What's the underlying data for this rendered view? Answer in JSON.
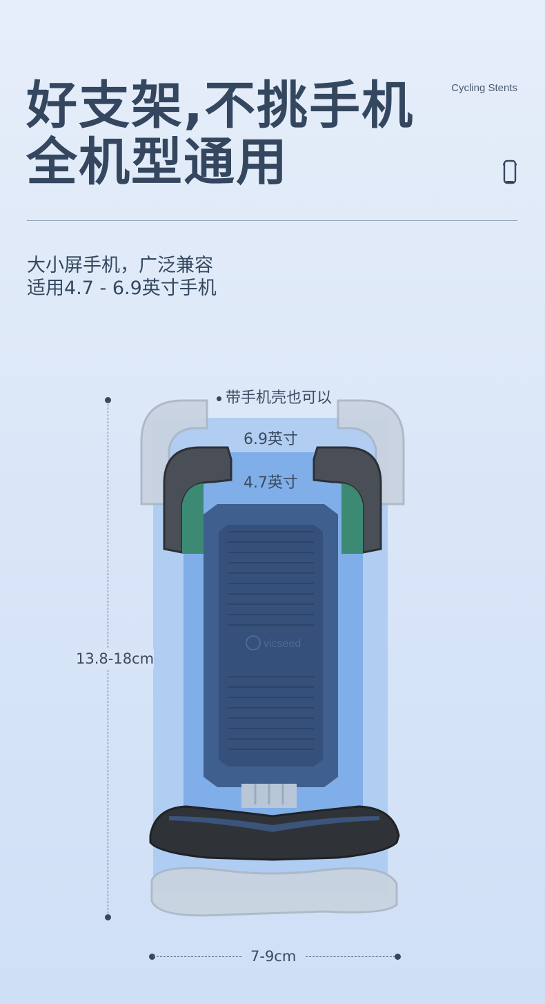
{
  "header": {
    "title_line1": "好支架,不挑手机",
    "title_line2": "全机型通用",
    "tag": "Cycling Stents",
    "icon": "phone-outline-icon"
  },
  "subtitle": {
    "line1": "大小屏手机，广泛兼容",
    "line2": "适用4.7 - 6.9英寸手机"
  },
  "diagram": {
    "case_note": "带手机壳也可以",
    "size_large": "6.9英寸",
    "size_small": "4.7英寸",
    "height_range": "13.8-18cm",
    "width_range": "7-9cm",
    "brand_mark": "vicseed"
  },
  "colors": {
    "title": "#34475f",
    "phone_large": "#9ec3f0",
    "phone_small": "#6e9fe3",
    "holder": "#3e5d8c",
    "accent_green": "#3d8a74"
  }
}
